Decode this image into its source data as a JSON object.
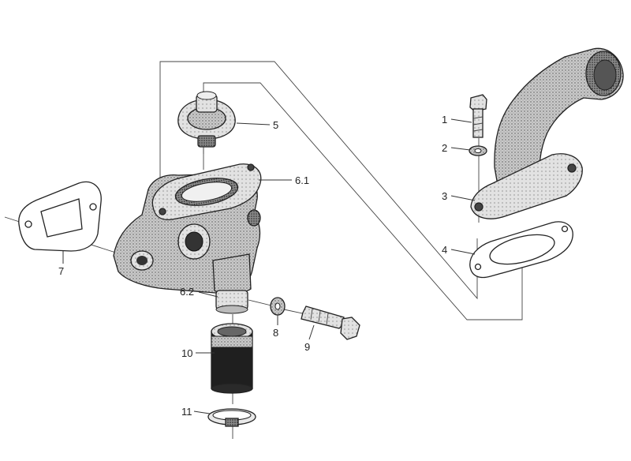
{
  "diagram": {
    "colors": {
      "ink": "#222222",
      "shade": "#9a9a9a",
      "light": "#d6d6d6",
      "dark": "#3a3a3a"
    },
    "callouts": [
      {
        "id": "c1",
        "text": "1"
      },
      {
        "id": "c2",
        "text": "2"
      },
      {
        "id": "c3",
        "text": "3"
      },
      {
        "id": "c4",
        "text": "4"
      },
      {
        "id": "c5",
        "text": "5"
      },
      {
        "id": "c61",
        "text": "6.1"
      },
      {
        "id": "c62",
        "text": "6.2"
      },
      {
        "id": "c7",
        "text": "7"
      },
      {
        "id": "c8",
        "text": "8"
      },
      {
        "id": "c9",
        "text": "9"
      },
      {
        "id": "c10",
        "text": "10"
      },
      {
        "id": "c11",
        "text": "11"
      }
    ]
  }
}
